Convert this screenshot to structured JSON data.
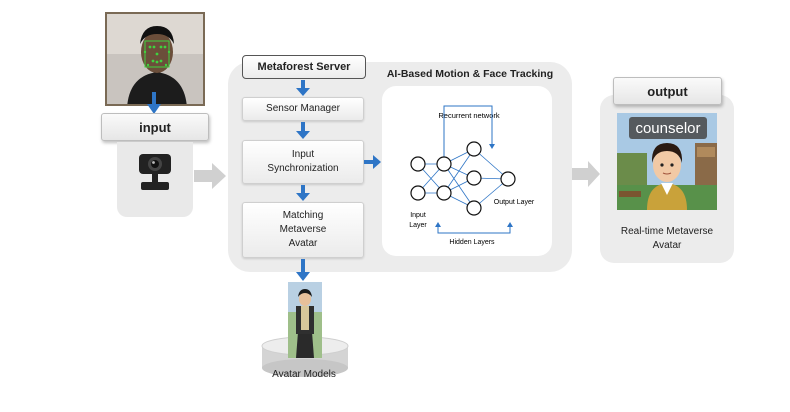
{
  "input": {
    "label": "input"
  },
  "server": {
    "title": "Metaforest Server",
    "steps": {
      "sensor": "Sensor Manager",
      "sync": [
        "Input",
        "Synchronization"
      ],
      "matching": [
        "Matching",
        "Metaverse",
        "Avatar"
      ]
    }
  },
  "ai": {
    "title": "AI-Based Motion & Face Tracking",
    "recurrent_label": "Recurrent network",
    "input_layer": [
      "Input",
      "Layer"
    ],
    "output_layer": "Output Layer",
    "hidden_layers": "Hidden Layers"
  },
  "output": {
    "label": "output",
    "overlay": "counselor",
    "caption": [
      "Real-time Metaverse",
      "Avatar"
    ]
  },
  "avatar_models": {
    "label": "Avatar Models"
  },
  "colors": {
    "arrow_blue": "#2e75c6",
    "arrow_gray": "#d0d0d0",
    "face_mesh_green": "#3fd23f"
  },
  "icons": [
    "webcam-icon",
    "down-arrow-icon",
    "right-arrow-icon"
  ]
}
